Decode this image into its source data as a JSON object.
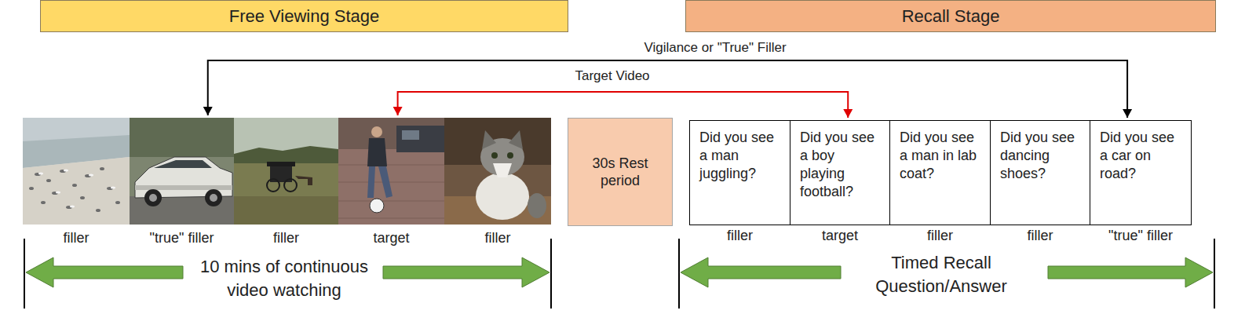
{
  "diagram": {
    "nodes": [
      {
        "text": [
          "Free Viewing Stage"
        ]
      },
      {
        "text": [
          "Recall Stage"
        ]
      },
      {
        "text": [
          "filler"
        ]
      },
      {
        "text": [
          "\"true\" filler"
        ]
      },
      {
        "text": [
          "filler"
        ]
      },
      {
        "text": [
          "target"
        ]
      },
      {
        "text": [
          "filler"
        ]
      },
      {
        "text": [
          "30s Rest period"
        ]
      },
      {
        "text": [
          "Did you see a man juggling?",
          "filler"
        ]
      },
      {
        "text": [
          "Did you see a boy playing football?",
          "target"
        ]
      },
      {
        "text": [
          "Did you see a man in lab coat?",
          "filler"
        ]
      },
      {
        "text": [
          "Did you see dancing shoes?",
          "filler"
        ]
      },
      {
        "text": [
          "Did you see a car on road?",
          "\"true\" filler"
        ]
      }
    ],
    "edges": [
      {
        "from": 3,
        "to": 12,
        "label": "Vigilance or \"True\" Filler",
        "arrow": "both"
      },
      {
        "from": 5,
        "to": 9,
        "label": "Target Video",
        "arrow": "both"
      }
    ],
    "labels": [
      "10 mins of continuous video watching",
      "Timed Recall Question/Answer"
    ]
  }
}
